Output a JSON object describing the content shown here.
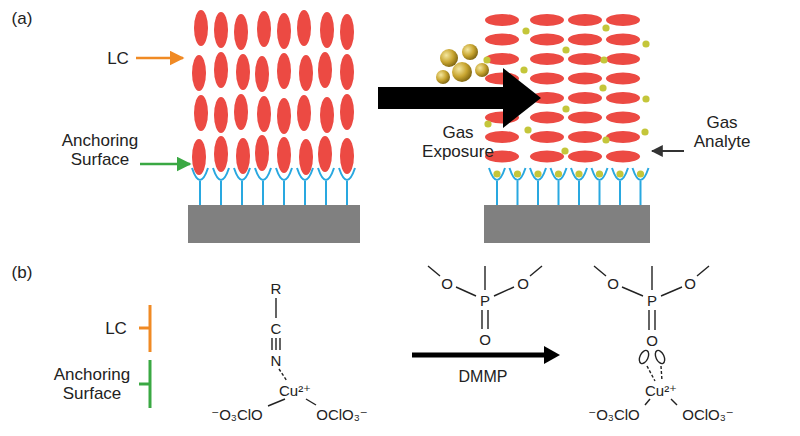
{
  "diagram": {
    "labels": [
      "(a)",
      "LC",
      "Anchoring Surface",
      "Gas Exposure",
      "Gas Analyte",
      "(b)",
      "LC",
      "Anchoring Surface",
      "R",
      "C",
      "N",
      "Cu²⁺",
      "⁻O₃ClO",
      "OClO₃⁻",
      "O",
      "P",
      "O",
      "O",
      "DMMP",
      "O",
      "P",
      "O",
      "O",
      "Cu²⁺",
      "⁻O₃ClO",
      "OClO₃⁻"
    ]
  }
}
